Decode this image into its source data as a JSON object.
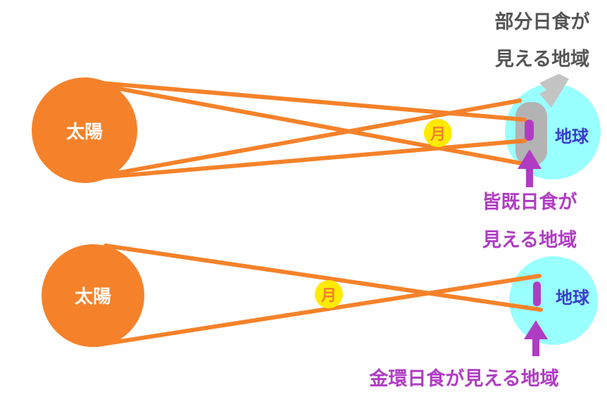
{
  "sun_label": "太陽",
  "moon_label": "月",
  "earth_label": "地球",
  "partial_region_label": [
    "部分日食が",
    "見える地域"
  ],
  "total_region_label": [
    "皆既日食が",
    "見える地域"
  ],
  "annular_region_label": "金環日食が見える地域",
  "colors": {
    "sun": "#f5822a",
    "rays": "#f5822a",
    "moon": "#ffea00",
    "moon_text": "#f5822a",
    "earth": "#99ffff",
    "earth_text": "#3b3bcc",
    "penumbra": "#b3b3b3",
    "umbra_mark": "#b03cc4",
    "total_text": "#b03cc4",
    "partial_text": "#555555",
    "gray_arrow": "#c4c4c4"
  }
}
